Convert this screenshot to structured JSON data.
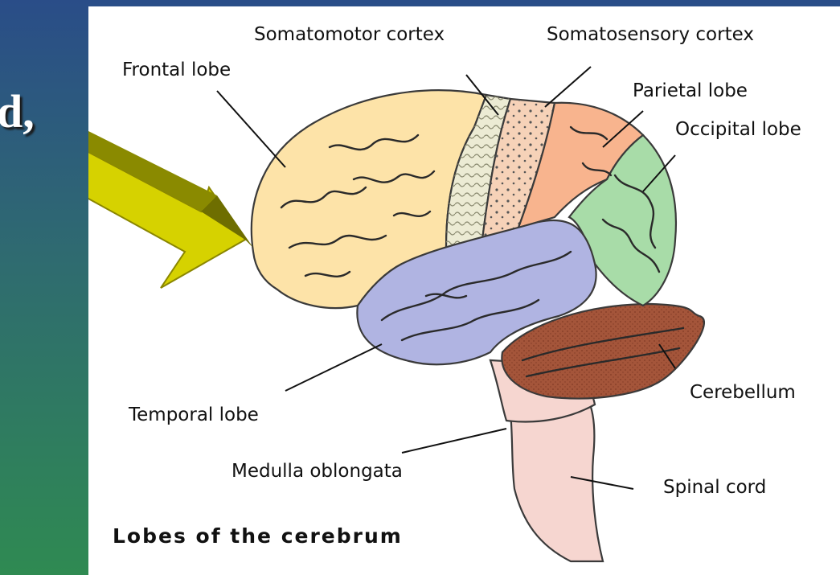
{
  "slide": {
    "title_fragment": "d,"
  },
  "figure": {
    "caption": "Lobes of the cerebrum",
    "labels": {
      "somatomotor": "Somatomotor cortex",
      "somatosensory": "Somatosensory cortex",
      "frontal": "Frontal lobe",
      "parietal": "Parietal lobe",
      "occipital": "Occipital lobe",
      "temporal": "Temporal lobe",
      "cerebellum": "Cerebellum",
      "medulla": "Medulla oblongata",
      "spinal": "Spinal cord"
    },
    "colors": {
      "frontal": "#fde3a8",
      "somatomotor": "#ecebd4",
      "somatosensory": "#f6d2b8",
      "parietal": "#f8b48e",
      "occipital": "#a8dca8",
      "temporal": "#b0b4e2",
      "cerebellum": "#a4553a",
      "brainstem": "#f6d6d0",
      "arrow": "#d6d200"
    }
  }
}
